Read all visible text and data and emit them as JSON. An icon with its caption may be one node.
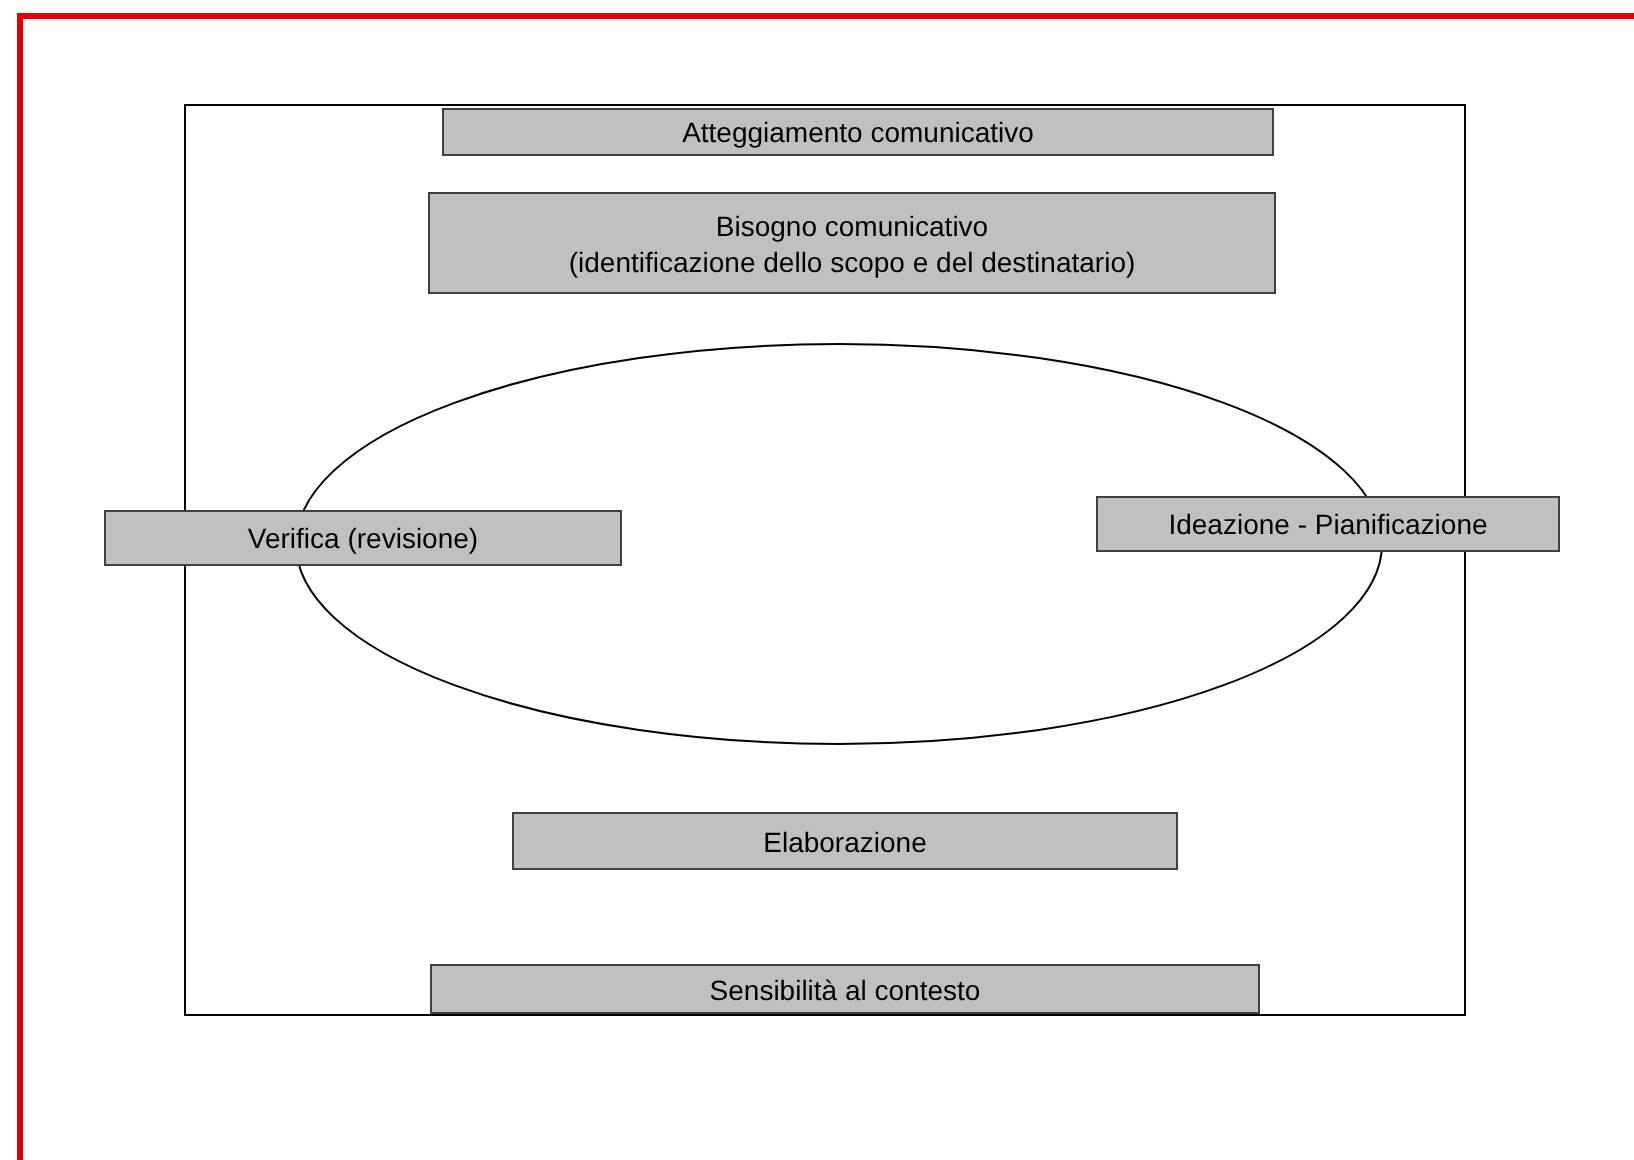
{
  "diagram": {
    "nodes": [
      {
        "text": [],
        "shape": "box"
      },
      {
        "text": [
          "Atteggiamento comunicativo"
        ],
        "in": 0
      },
      {
        "text": [
          "Bisogno comunicativo",
          "(identificazione dello scopo e del destinatario)"
        ],
        "in": 0
      },
      {
        "text": [],
        "shape": "ellipse",
        "in": 0
      },
      {
        "text": [
          "Verifica (revisione)"
        ]
      },
      {
        "text": [
          "Ideazione - Pianificazione"
        ]
      },
      {
        "text": [
          "Elaborazione"
        ],
        "in": 0
      },
      {
        "text": [
          "Sensibilità al contesto"
        ],
        "in": 0
      }
    ],
    "edges": []
  }
}
